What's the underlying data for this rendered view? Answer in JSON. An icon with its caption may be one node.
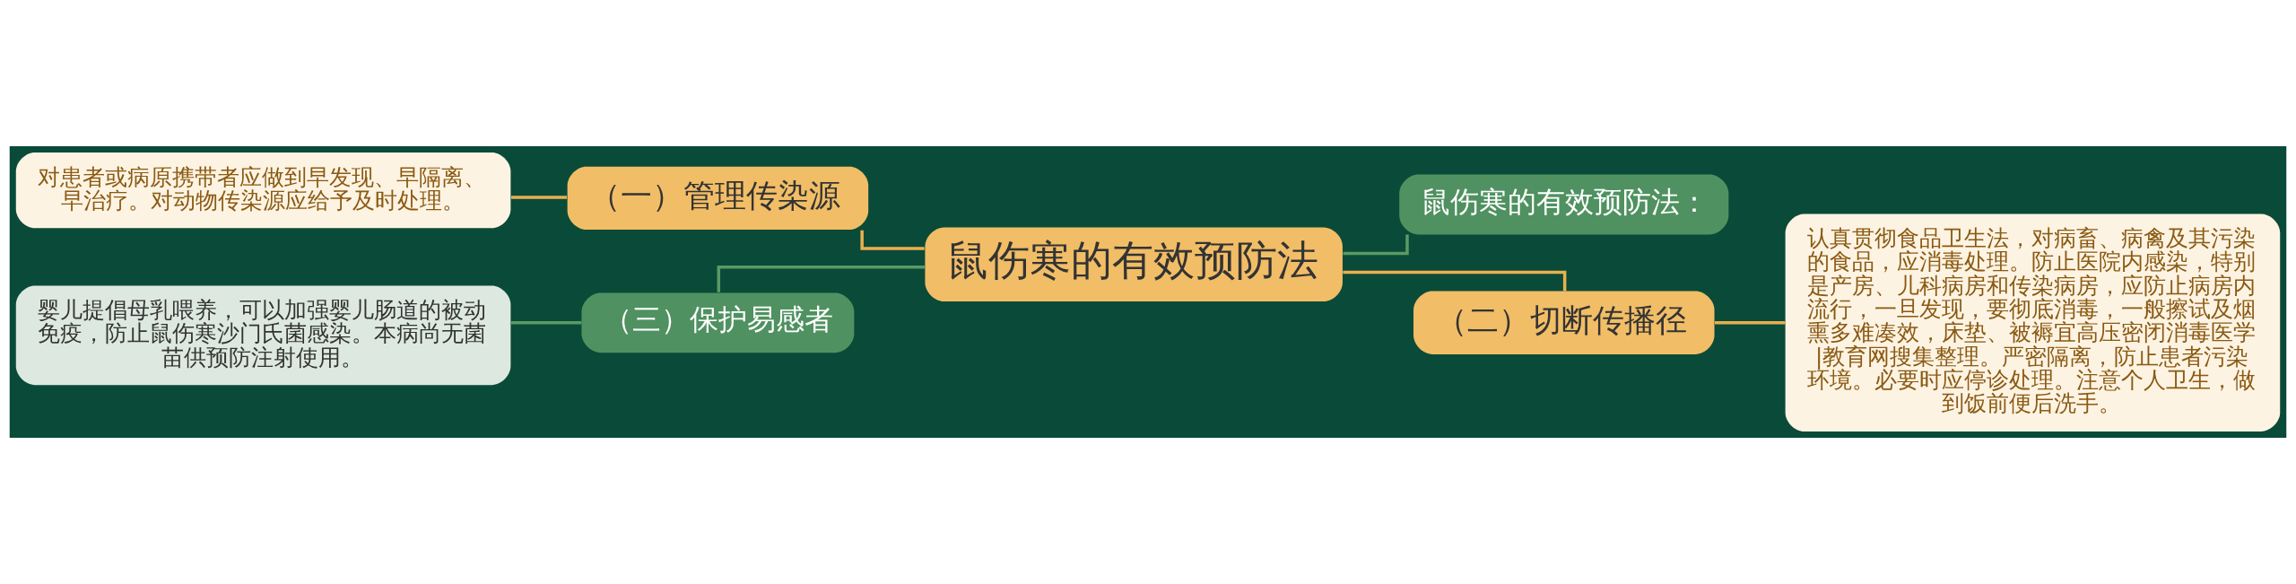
{
  "diagram": {
    "nodes": [
      {
        "text": [
          "鼠伤寒的有效预防法"
        ]
      },
      {
        "text": [
          "（一）管理传染源"
        ]
      },
      {
        "text": [
          "对患者或病原携带者应做到早发现、早隔离、早治疗。对动物传染源应给予及时处理。"
        ]
      },
      {
        "text": [
          "（三）保护易感者"
        ]
      },
      {
        "text": [
          "婴儿提倡母乳喂养，可以加强婴儿肠道的被动免疫，防止鼠伤寒沙门氏菌感染。本病尚无菌苗供预防注射使用。"
        ]
      },
      {
        "text": [
          "鼠伤寒的有效预防法："
        ]
      },
      {
        "text": [
          "（二）切断传播径"
        ]
      },
      {
        "text": [
          "认真贯彻食品卫生法，对病畜、病禽及其污染的食品，应消毒处理。防止医院内感染，特别是产房、儿科病房和传染病房，应防止病房内流行，一旦发现，要彻底消毒，一般擦试及烟熏多难凑效，床垫、被褥宜高压密闭消毒医学|教育网搜集整理。严密隔离，防止患者污染环境。必要时应停诊处理。注意个人卫生，做到饭前便后洗手。"
        ]
      }
    ],
    "edges": [
      {
        "from": 2,
        "to": 1,
        "arrow": "none"
      },
      {
        "from": 1,
        "to": 0,
        "arrow": "none"
      },
      {
        "from": 4,
        "to": 3,
        "arrow": "none",
        "color": "#5a9a64"
      },
      {
        "from": 3,
        "to": 0,
        "arrow": "none",
        "color": "#5a9a64"
      },
      {
        "from": 0,
        "to": 5,
        "arrow": "none",
        "color": "#5a9a64"
      },
      {
        "from": 0,
        "to": 6,
        "arrow": "none"
      },
      {
        "from": 6,
        "to": 7,
        "arrow": "none"
      }
    ]
  }
}
